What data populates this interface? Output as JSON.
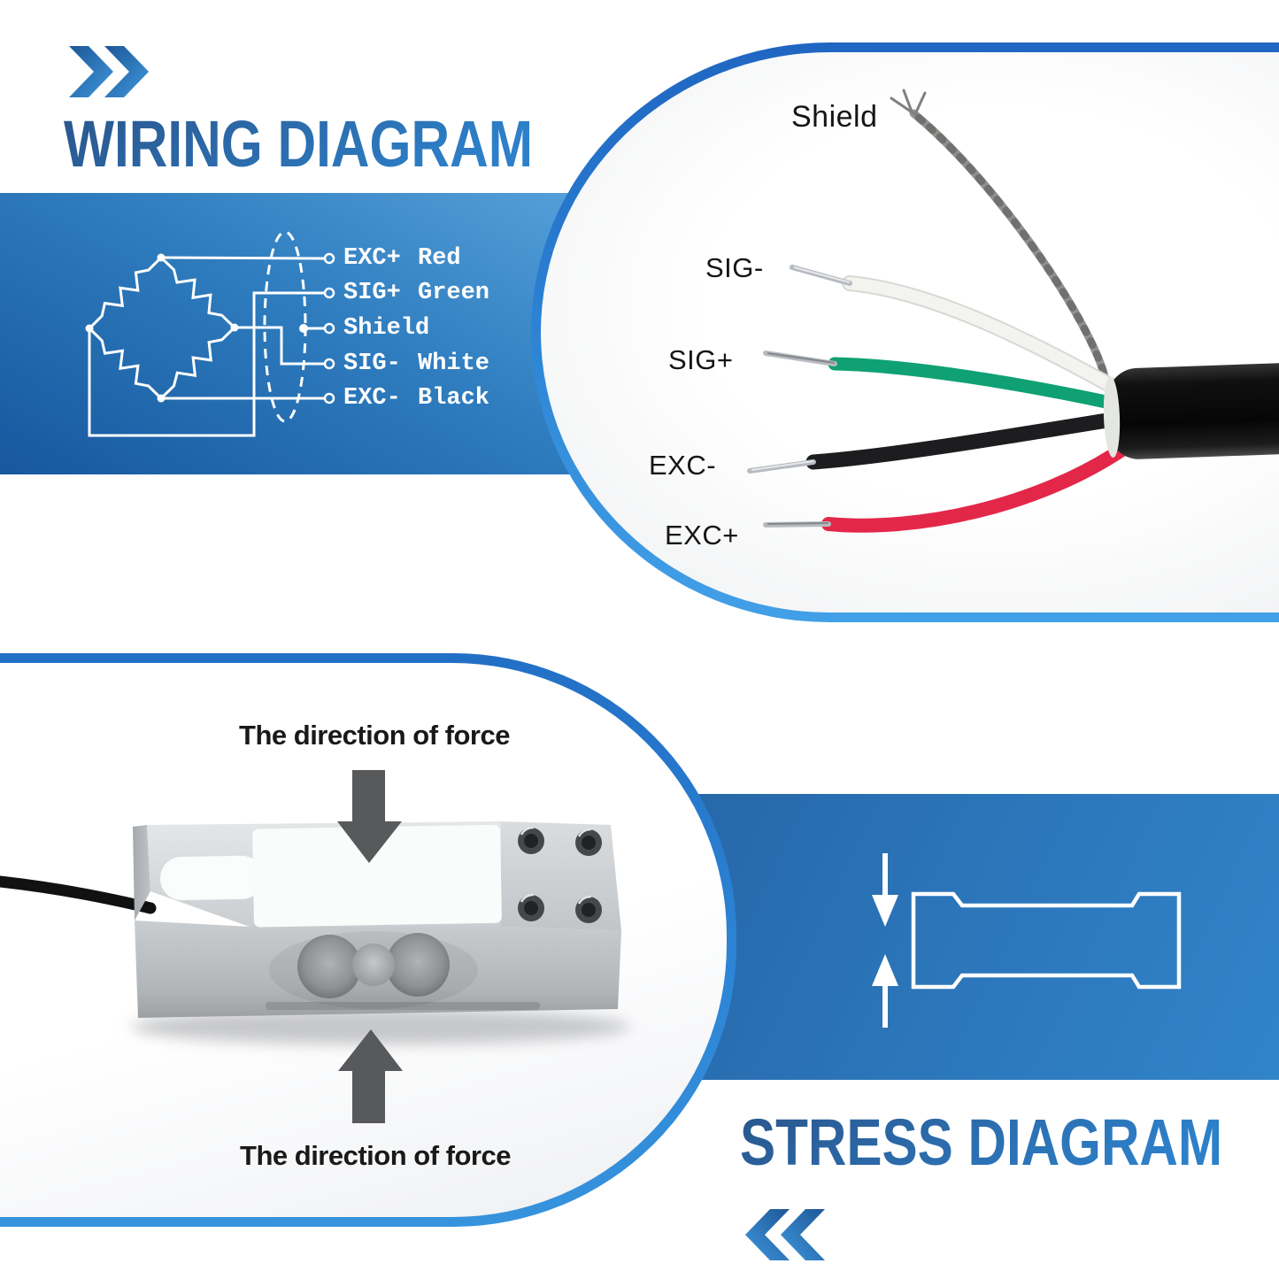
{
  "wiring_section": {
    "title": "WIRING DIAGRAM",
    "chevron_icon": "double-right-chevron",
    "schematic": {
      "description": "wheatstone-bridge-load-cell-schematic",
      "terminals": [
        {
          "signal": "EXC+",
          "wire_color": "Red"
        },
        {
          "signal": "SIG+",
          "wire_color": "Green"
        },
        {
          "signal": "Shield",
          "wire_color": ""
        },
        {
          "signal": "SIG-",
          "wire_color": "White"
        },
        {
          "signal": "EXC-",
          "wire_color": "Black"
        }
      ]
    }
  },
  "cable_photo": {
    "labels": [
      "Shield",
      "SIG-",
      "SIG+",
      "EXC-",
      "EXC+"
    ],
    "wire_colors": {
      "shield": "#8f928e",
      "sig_minus": "#f3f3f0",
      "sig_plus": "#0fa173",
      "exc_minus": "#1d1d1f",
      "exc_plus": "#e32749",
      "jacket": "#111111"
    }
  },
  "load_cell_photo": {
    "force_label_top": "The direction of force",
    "force_label_bottom": "The direction of force"
  },
  "stress_section": {
    "title": "STRESS DIAGRAM",
    "chevron_icon": "double-left-chevron"
  },
  "colors": {
    "border_blue_top": "#1f66c2",
    "border_blue_bottom": "#42a0e8",
    "panel_blue_dark": "#235e9d",
    "panel_blue_light": "#3184c9",
    "title_gradient_start": "#2a568c",
    "title_gradient_end": "#2d80c9",
    "arrow_gray": "#58595b"
  }
}
